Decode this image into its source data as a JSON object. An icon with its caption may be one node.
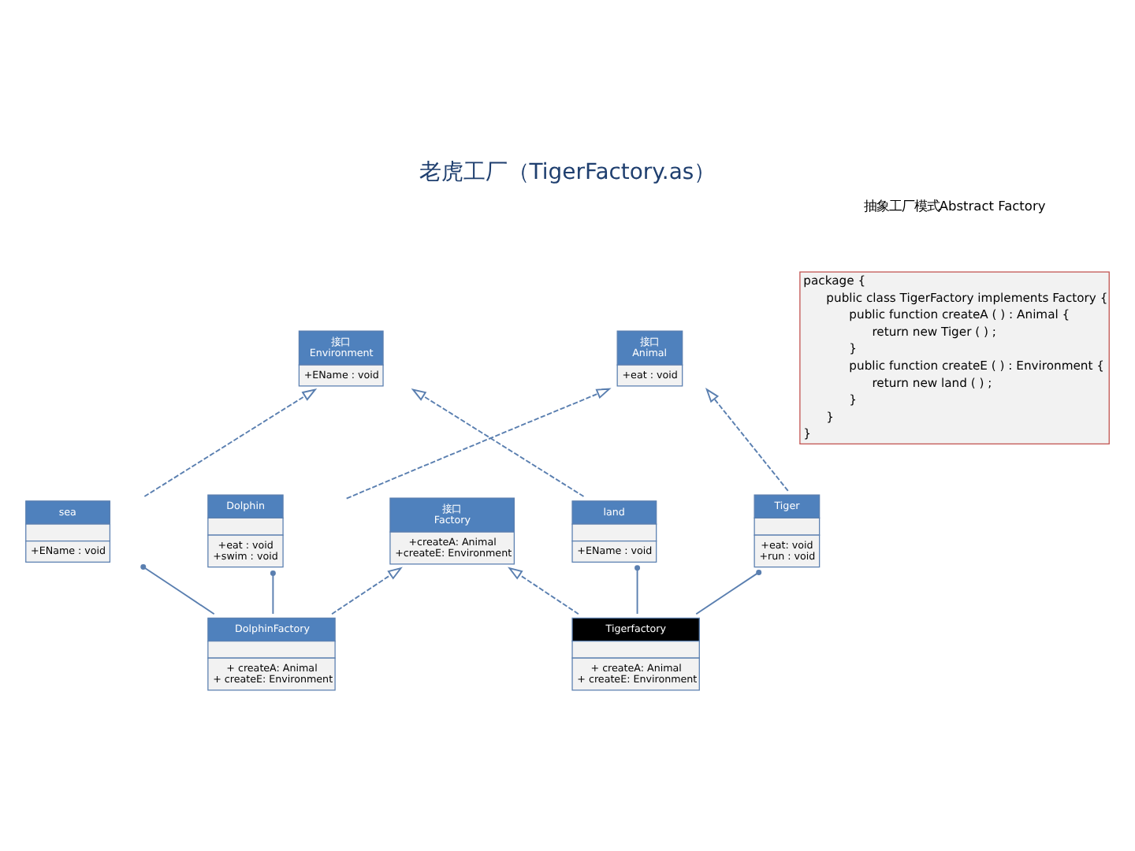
{
  "diagram": {
    "title": "老虎工厂（TigerFactory.as）",
    "nodes": [
      {
        "text": [
          "接口",
          "Animal",
          "+eat : void"
        ]
      },
      {
        "text": [
          "Dolphin",
          "+eat : void",
          "+swim : void"
        ]
      },
      {
        "text": [
          "接口",
          "Factory",
          "+createA: Animal",
          "+createE: Environment"
        ]
      },
      {
        "text": [
          "Tiger",
          "+eat: void",
          "+run : void"
        ]
      },
      {
        "text": [
          "接口",
          "Environment",
          "+EName : void"
        ]
      },
      {
        "text": [
          "Tigerfactory",
          "+ createA: Animal",
          "+ createE: Environment"
        ]
      },
      {
        "text": [
          "DolphinFactory",
          "+ createA: Animal",
          "+ createE: Environment"
        ]
      },
      {
        "text": [
          "land",
          "+EName : void"
        ]
      },
      {
        "text": [
          "sea",
          "+EName : void"
        ]
      }
    ],
    "edges": [
      {
        "from": 3,
        "to": 0,
        "arrow": "to",
        "style": "dashed"
      },
      {
        "from": 1,
        "to": 0,
        "arrow": "to",
        "style": "dashed"
      },
      {
        "from": 6,
        "to": 2,
        "arrow": "to",
        "style": "dashed"
      },
      {
        "from": 5,
        "to": 2,
        "arrow": "to",
        "style": "dashed"
      },
      {
        "from": 7,
        "to": 4,
        "arrow": "to",
        "style": "dashed"
      },
      {
        "from": 8,
        "to": 4,
        "arrow": "to",
        "style": "dashed"
      },
      {
        "from": 5,
        "to": 3,
        "arrow": "other"
      },
      {
        "from": 6,
        "to": 1,
        "arrow": "other"
      },
      {
        "from": 5,
        "to": 7,
        "arrow": "other"
      },
      {
        "from": 6,
        "to": 8,
        "arrow": "other"
      }
    ],
    "labels": [
      "抽象工厂模式Abstract Factory",
      "package {",
      "public class TigerFactory implements Factory {",
      "public function createA ( ) : Animal {",
      "return new Tiger ( ) ;",
      "}",
      "public function createE ( ) : Environment {",
      "return new land ( ) ;",
      "}",
      "}",
      "}"
    ]
  }
}
